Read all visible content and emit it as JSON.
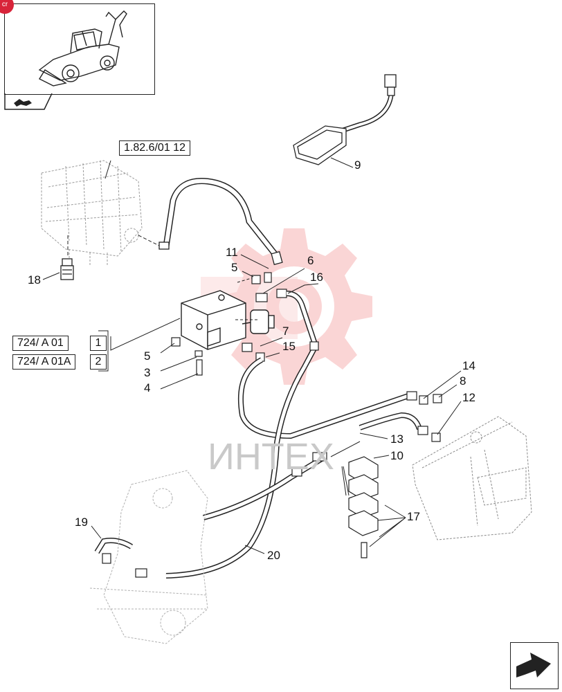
{
  "reference": {
    "top": "1.82.6/01 12",
    "ref1": "724/  A 01",
    "idx1": "1",
    "ref2": "724/  A 01A",
    "idx2": "2"
  },
  "watermark": "ИНТЕХ",
  "badge": "cr",
  "callouts": [
    {
      "id": "9",
      "label": "9"
    },
    {
      "id": "11",
      "label": "11"
    },
    {
      "id": "5a",
      "label": "5"
    },
    {
      "id": "6",
      "label": "6"
    },
    {
      "id": "16",
      "label": "16"
    },
    {
      "id": "18",
      "label": "18"
    },
    {
      "id": "7",
      "label": "7"
    },
    {
      "id": "15",
      "label": "15"
    },
    {
      "id": "5b",
      "label": "5"
    },
    {
      "id": "3",
      "label": "3"
    },
    {
      "id": "4",
      "label": "4"
    },
    {
      "id": "14",
      "label": "14"
    },
    {
      "id": "8",
      "label": "8"
    },
    {
      "id": "12",
      "label": "12"
    },
    {
      "id": "13",
      "label": "13"
    },
    {
      "id": "10",
      "label": "10"
    },
    {
      "id": "17",
      "label": "17"
    },
    {
      "id": "19",
      "label": "19"
    },
    {
      "id": "20",
      "label": "20"
    }
  ],
  "colors": {
    "watermark": "#f5b0b0",
    "ink": "#111111",
    "ghost": "#b8b8b8"
  }
}
